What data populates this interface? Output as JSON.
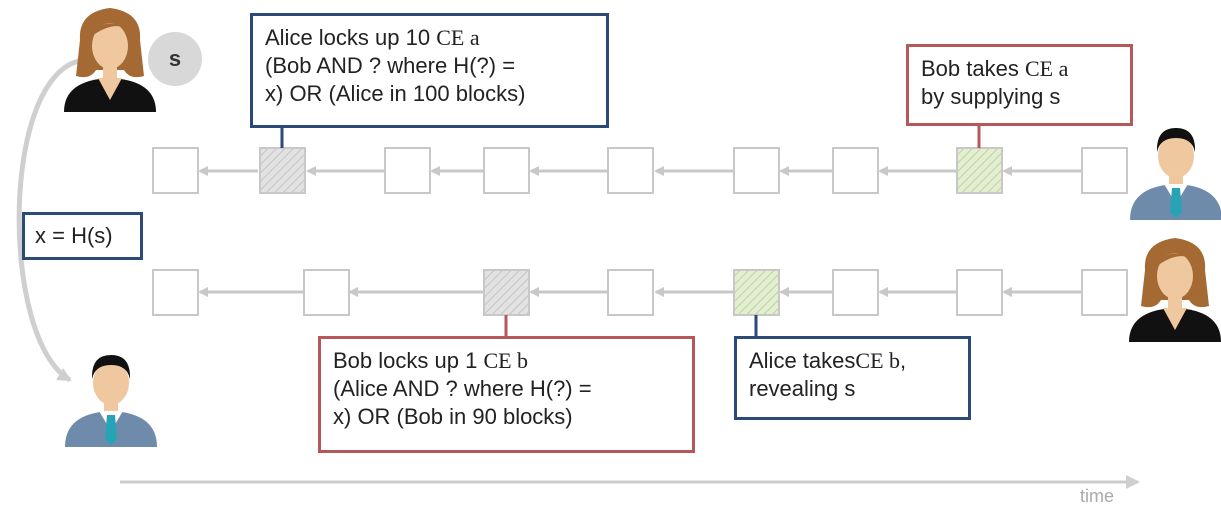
{
  "secret_label": "s",
  "hash_relation": "x = H(s)",
  "time_label": "time",
  "notes": {
    "alice_lock": {
      "line1_pre": "Alice locks up 10 ",
      "line1_ser": "CE a",
      "line2": "(Bob AND ? where H(?) =",
      "line3": "x) OR (Alice in 100 blocks)"
    },
    "bob_take": {
      "line1_pre": "Bob takes ",
      "line1_ser": "CE a",
      "line2": "by supplying s"
    },
    "bob_lock": {
      "line1_pre": "Bob locks up 1 ",
      "line1_ser": "CE b",
      "line2": "(Alice AND ? where H(?) =",
      "line3": "x) OR (Bob in 90 blocks)"
    },
    "alice_take": {
      "line1_pre": "Alice takes",
      "line1_ser": "CE b",
      "line1_post": ",",
      "line2": "revealing s"
    }
  },
  "colors": {
    "note_blue": "#2b4a78",
    "note_red": "#b5585a",
    "chain": "#c8c8c8",
    "lock_fill": "#dcdcdc",
    "take_fill": "#dfeacb"
  },
  "people": {
    "top_left": "alice",
    "bottom_left": "bob",
    "top_right": "bob",
    "bottom_right": "alice"
  }
}
